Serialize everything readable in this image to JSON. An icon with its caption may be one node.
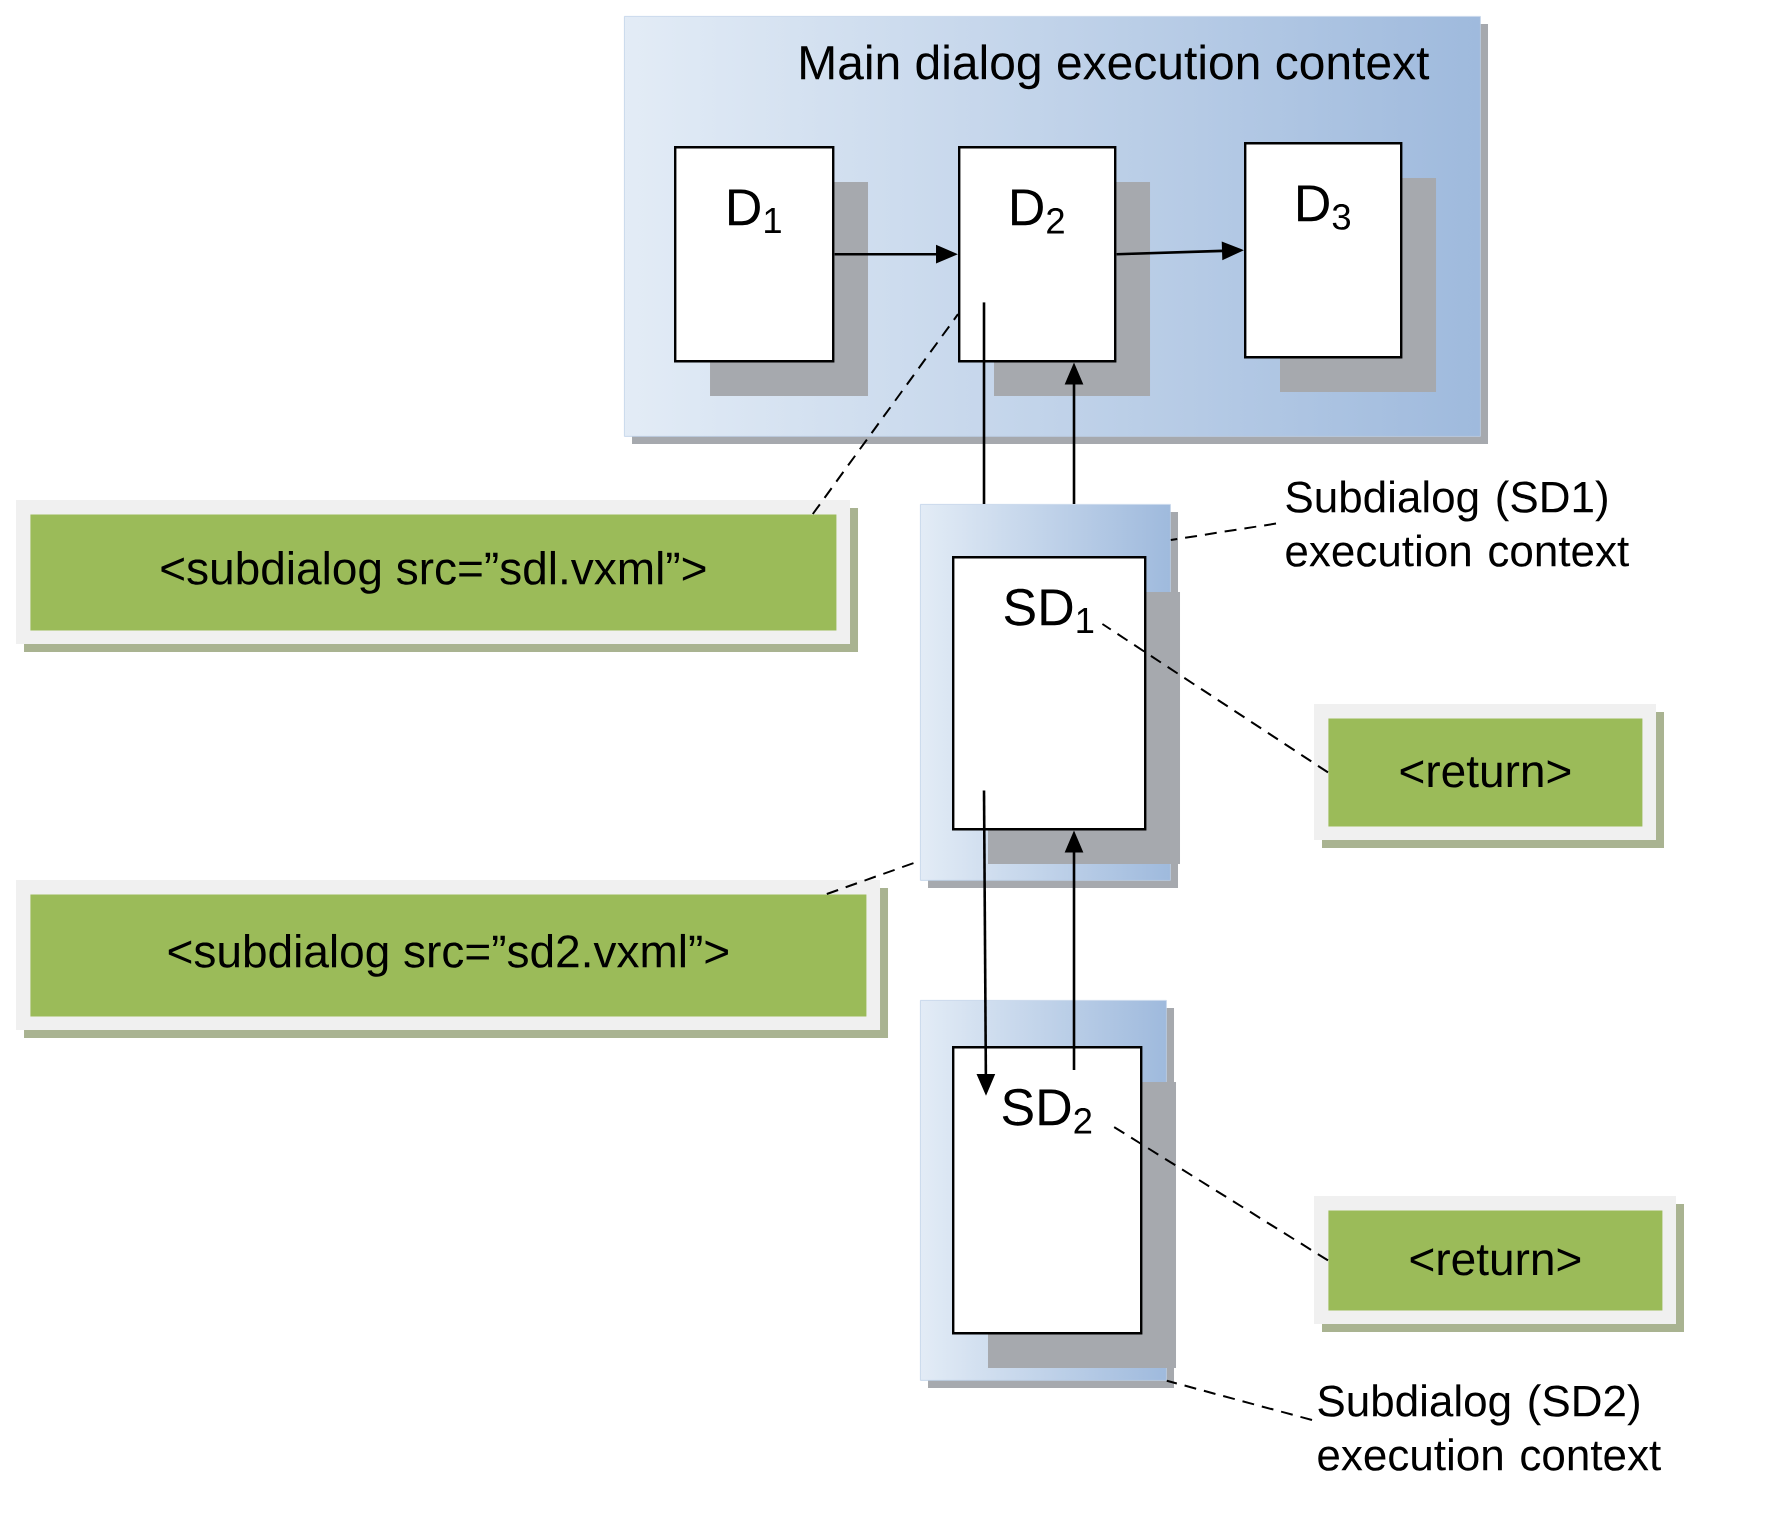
{
  "diagram": {
    "nodes": [
      {
        "text": [
          "Main dialog execution context"
        ]
      },
      {
        "text": [
          "D$_{1}$"
        ],
        "in": 0
      },
      {
        "text": [
          "D$_{2}$"
        ],
        "in": 0
      },
      {
        "text": [
          "D$_{3}$"
        ],
        "in": 0
      },
      {
        "text": [],
        "shape": "box"
      },
      {
        "text": [
          "SD$_{1}$"
        ],
        "in": 4
      },
      {
        "text": [],
        "shape": "box"
      },
      {
        "text": [
          "SD$_{2}$"
        ],
        "in": 6
      },
      {
        "text": [
          "Subdialog (SD1) execution context"
        ]
      },
      {
        "text": [
          "Subdialog (SD2) execution context"
        ]
      },
      {
        "text": [
          "<subdialog src=”sdl.vxml”>"
        ]
      },
      {
        "text": [
          "<return>"
        ]
      },
      {
        "text": [
          "<subdialog src=”sd2.vxml”>"
        ]
      },
      {
        "text": [
          "<return>"
        ]
      }
    ],
    "edges": [
      {
        "from": 1,
        "to": 2,
        "arrow": "to"
      },
      {
        "from": 2,
        "to": 3,
        "arrow": "to"
      },
      {
        "from": 2,
        "to": 4,
        "arrow": "none"
      },
      {
        "from": 4,
        "to": 2,
        "arrow": "to"
      },
      {
        "from": 5,
        "to": 7,
        "arrow": "to"
      },
      {
        "from": 7,
        "to": 5,
        "arrow": "to"
      },
      {
        "from": 10,
        "to": 2,
        "arrow": "none",
        "style": "dashed"
      },
      {
        "from": 8,
        "to": 4,
        "arrow": "none",
        "style": "dashed"
      },
      {
        "from": 11,
        "to": 5,
        "arrow": "none",
        "style": "dashed"
      },
      {
        "from": 12,
        "to": 4,
        "arrow": "none",
        "style": "dashed"
      },
      {
        "from": 13,
        "to": 7,
        "arrow": "none",
        "style": "dashed"
      },
      {
        "from": 9,
        "to": 6,
        "arrow": "none",
        "style": "dashed"
      }
    ]
  }
}
